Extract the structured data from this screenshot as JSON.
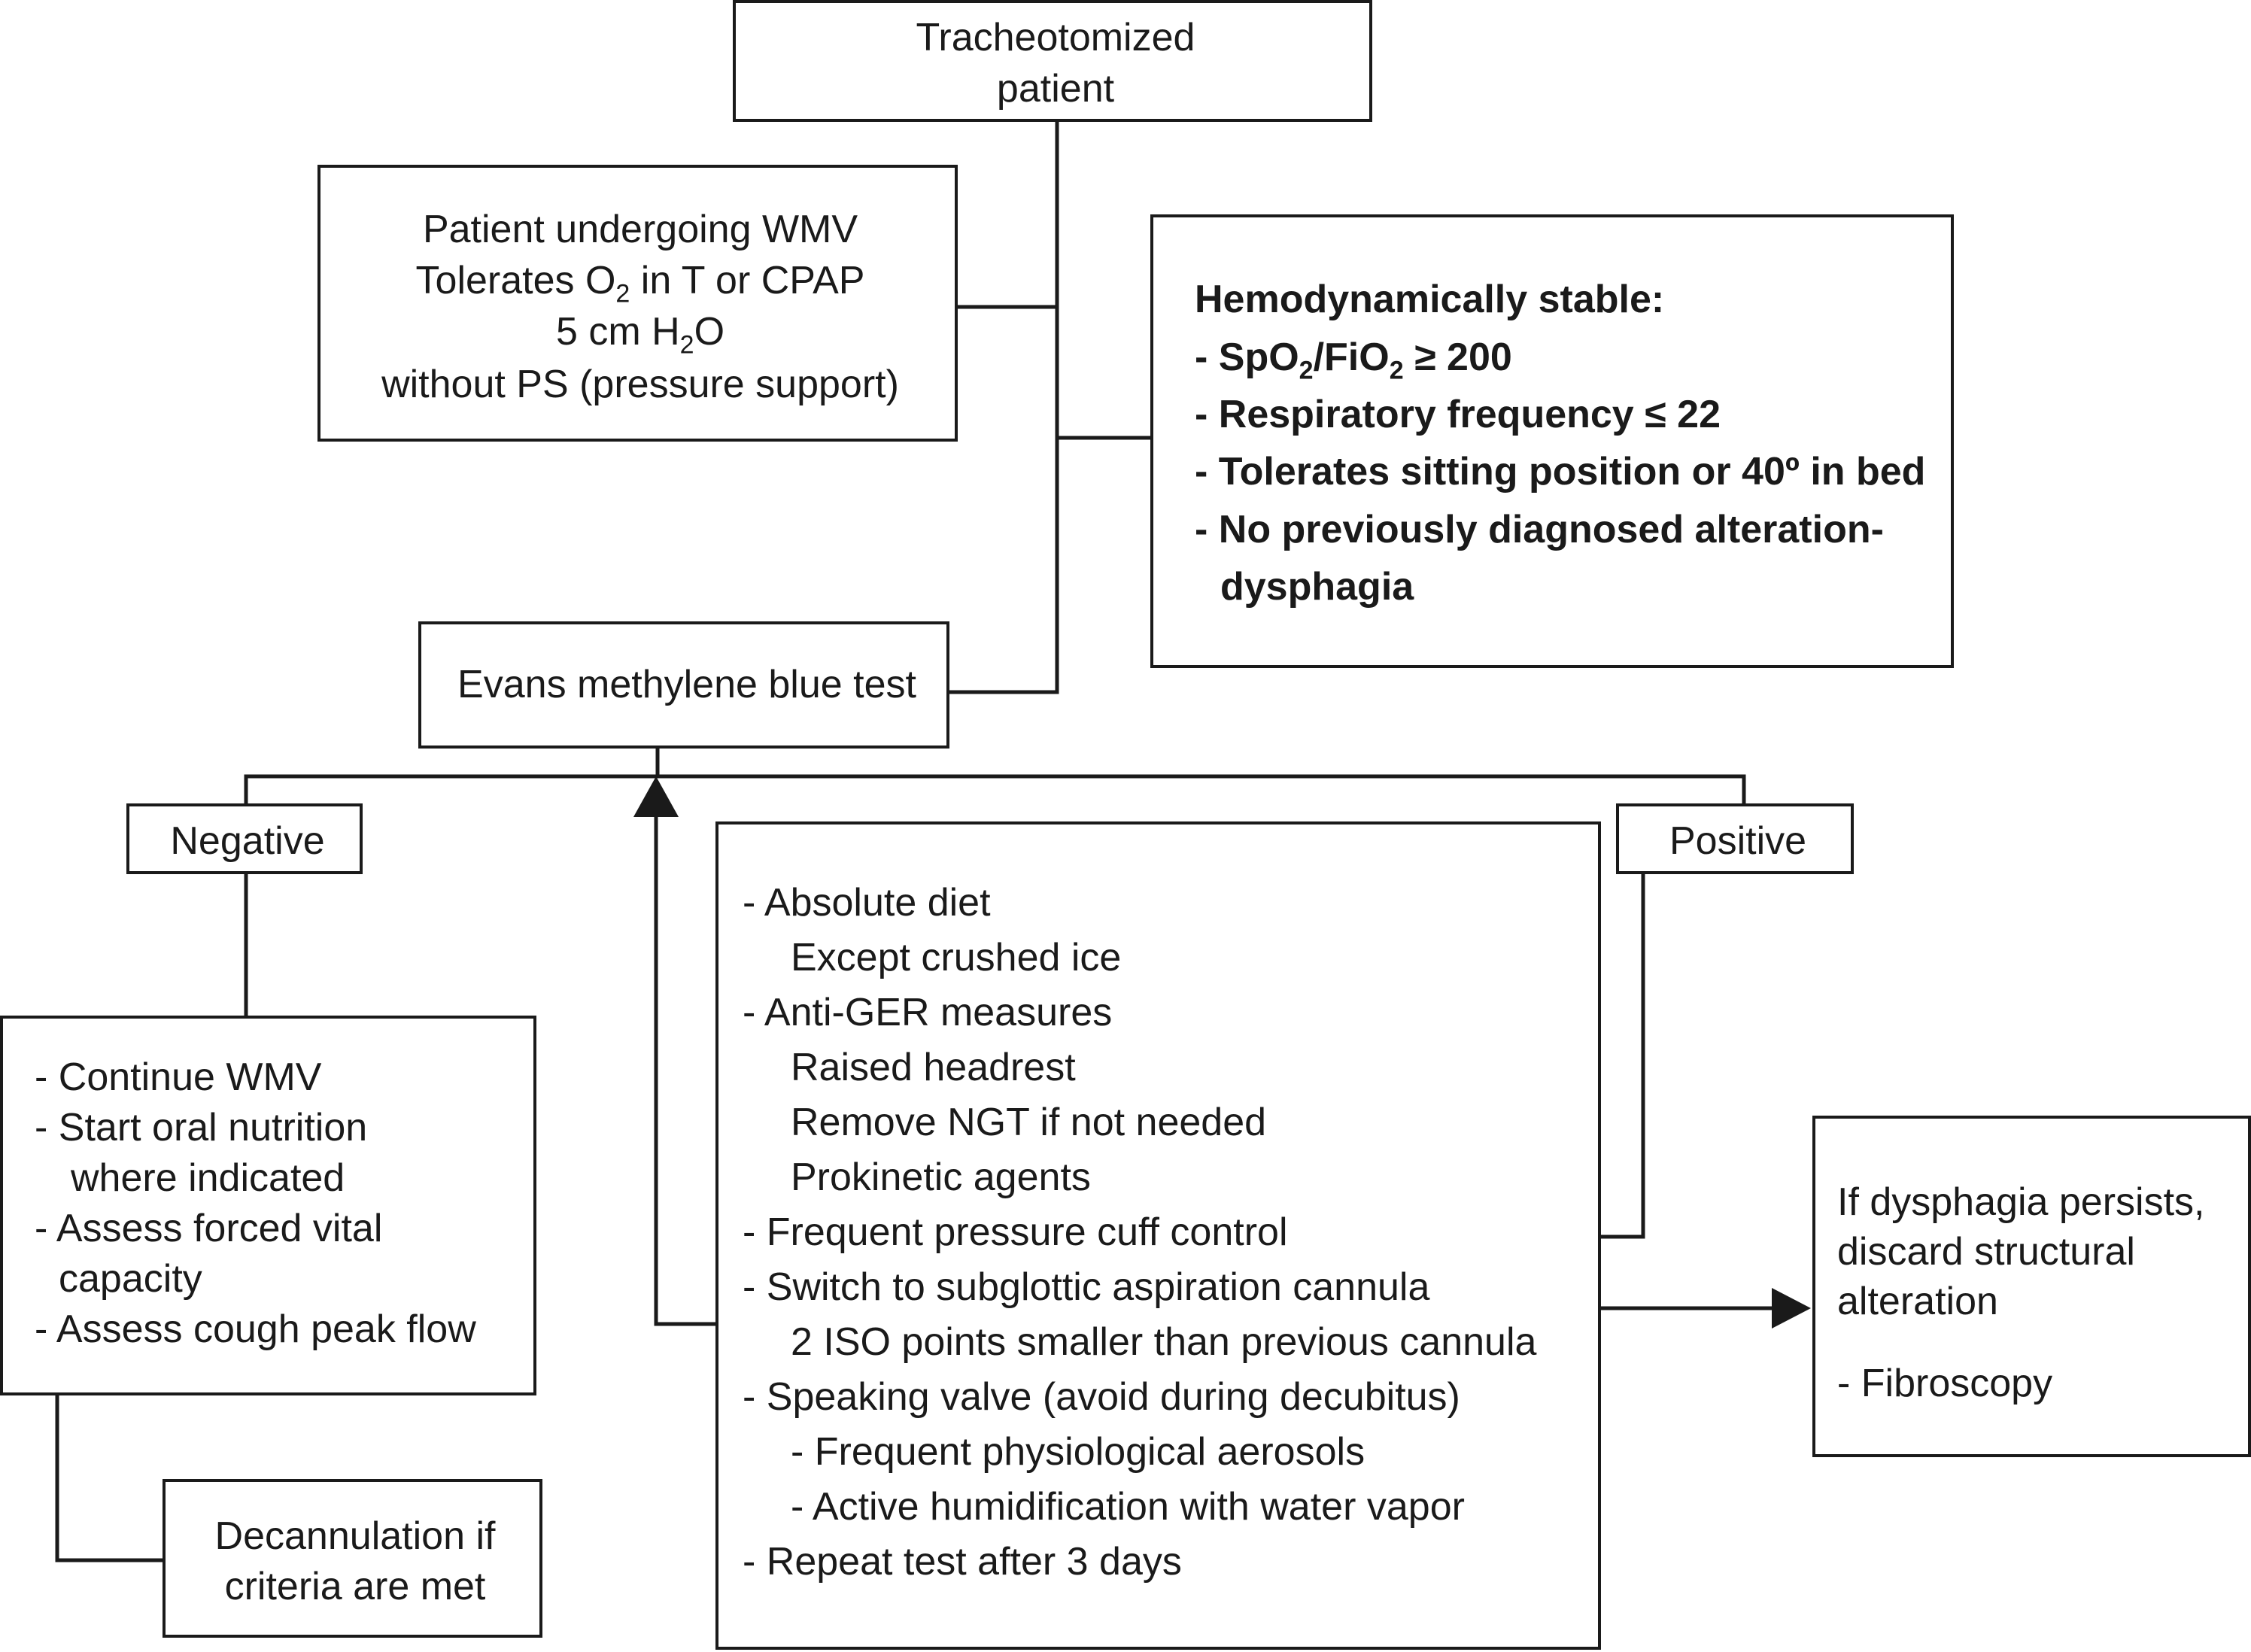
{
  "root": {
    "line1": "Tracheotomized",
    "line2": "patient"
  },
  "criteria_left": {
    "line1": "Patient undergoing WMV",
    "line2_a": "Tolerates O",
    "line2_sub": "2",
    "line2_b": " in T or CPAP",
    "line3_a": "5 cm H",
    "line3_sub": "2",
    "line3_b": "O",
    "line4": "without PS (pressure support)"
  },
  "criteria_right": {
    "heading": "Hemodynamically stable:",
    "item1_a": "- SpO",
    "item1_sub1": "2",
    "item1_b": "/FiO",
    "item1_sub2": "2",
    "item1_c": " ≥ 200",
    "item2": "- Respiratory frequency ≤ 22",
    "item3": "- Tolerates sitting position or 40º in bed",
    "item4_l1": "- No previously diagnosed alteration-",
    "item4_l2": "dysphagia"
  },
  "test": {
    "label": "Evans methylene blue test"
  },
  "negative": {
    "label": "Negative"
  },
  "positive": {
    "label": "Positive"
  },
  "negative_actions": {
    "lines": [
      "- Continue WMV",
      "- Start oral nutrition",
      "where indicated",
      "- Assess forced vital",
      "capacity",
      "- Assess cough peak flow"
    ]
  },
  "decannulation": {
    "line1": "Decannulation if",
    "line2": "criteria are met"
  },
  "positive_actions": {
    "lines": [
      "- Absolute diet",
      "Except crushed ice",
      "- Anti-GER measures",
      "Raised headrest",
      "Remove NGT if not needed",
      "Prokinetic agents",
      "- Frequent pressure cuff control",
      "- Switch to subglottic aspiration cannula",
      "2 ISO points smaller than previous cannula",
      "- Speaking valve (avoid during decubitus)",
      "- Frequent physiological aerosols",
      "- Active humidification with water vapor",
      "- Repeat test after 3 days"
    ]
  },
  "dysphagia": {
    "line1": "If dysphagia persists,",
    "line2": "discard structural",
    "line3": "alteration",
    "line4": "- Fibroscopy"
  }
}
